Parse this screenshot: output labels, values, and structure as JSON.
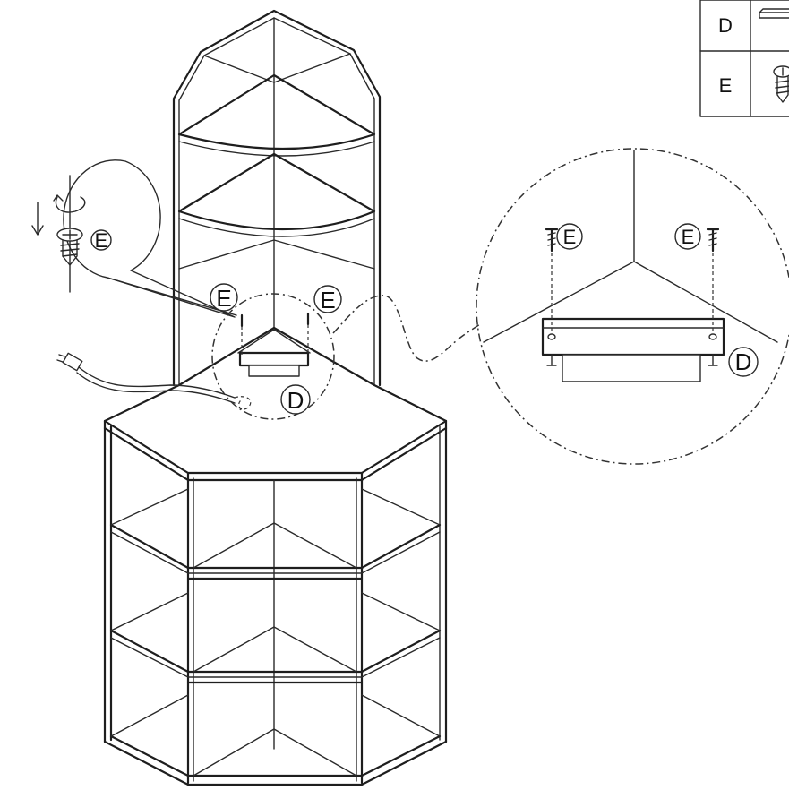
{
  "parts_table": {
    "rows": [
      {
        "label": "D",
        "icon": "light-strip-icon"
      },
      {
        "label": "E",
        "icon": "screw-icon"
      }
    ]
  },
  "callouts": {
    "screw_detail_label": "E",
    "left_screw_label": "E",
    "right_screw_label": "E",
    "light_label": "D",
    "zoom_left_screw_label": "E",
    "zoom_right_screw_label": "E",
    "zoom_light_label": "D"
  }
}
